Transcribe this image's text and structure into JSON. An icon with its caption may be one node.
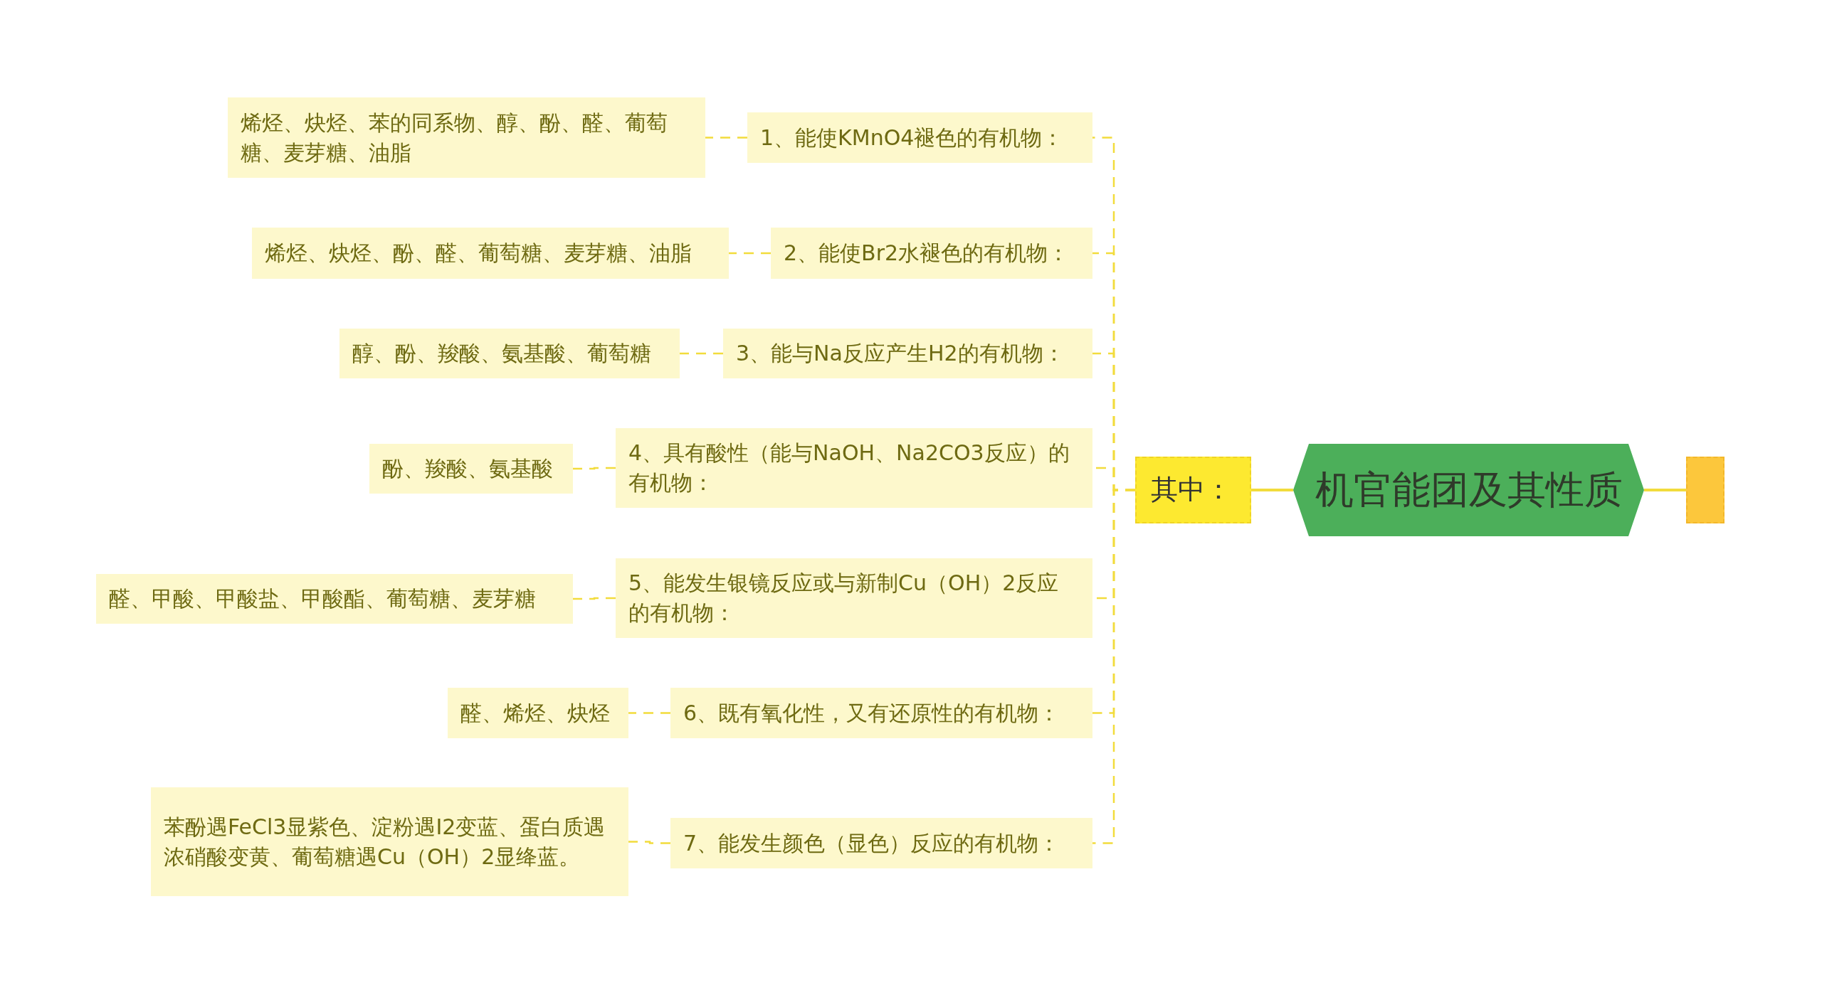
{
  "diagram": {
    "nodes": [
      {
        "text": [
          "机官能团及其性质"
        ]
      },
      {
        "text": [],
        "shape": "box"
      },
      {
        "text": [
          "其中："
        ]
      },
      {
        "text": [
          "1、能使KMnO4褪色的有机物："
        ]
      },
      {
        "text": [
          "烯烃、炔烃、苯的同系物、醇、酚、醛、葡萄糖、麦芽糖、油脂"
        ]
      },
      {
        "text": [
          "2、能使Br2水褪色的有机物："
        ]
      },
      {
        "text": [
          "烯烃、炔烃、酚、醛、葡萄糖、麦芽糖、油脂"
        ]
      },
      {
        "text": [
          "3、能与Na反应产生H2的有机物："
        ]
      },
      {
        "text": [
          "醇、酚、羧酸、氨基酸、葡萄糖"
        ]
      },
      {
        "text": [
          "4、具有酸性（能与NaOH、Na2CO3反应）的有机物："
        ]
      },
      {
        "text": [
          "酚、羧酸、氨基酸"
        ]
      },
      {
        "text": [
          "5、能发生银镜反应或与新制Cu（OH）2反应的有机物："
        ]
      },
      {
        "text": [
          "醛、甲酸、甲酸盐、甲酸酯、葡萄糖、麦芽糖"
        ]
      },
      {
        "text": [
          "6、既有氧化性，又有还原性的有机物："
        ]
      },
      {
        "text": [
          "醛、烯烃、炔烃"
        ]
      },
      {
        "text": [
          "7、能发生颜色（显色）反应的有机物："
        ]
      },
      {
        "text": [
          "苯酚遇FeCl3显紫色、淀粉遇I2变蓝、蛋白质遇浓硝酸变黄、葡萄糖遇Cu（OH）2显绛蓝。"
        ]
      }
    ],
    "edges": [
      {
        "from": 0,
        "to": 1,
        "arrow": "none"
      },
      {
        "from": 2,
        "to": 0,
        "arrow": "none"
      },
      {
        "from": 2,
        "to": 3,
        "arrow": "none",
        "style": "dashed"
      },
      {
        "from": 3,
        "to": 4,
        "arrow": "none",
        "style": "dashed"
      },
      {
        "from": 2,
        "to": 5,
        "arrow": "none",
        "style": "dashed"
      },
      {
        "from": 5,
        "to": 6,
        "arrow": "none",
        "style": "dashed"
      },
      {
        "from": 2,
        "to": 7,
        "arrow": "none",
        "style": "dashed"
      },
      {
        "from": 7,
        "to": 8,
        "arrow": "none",
        "style": "dashed"
      },
      {
        "from": 2,
        "to": 9,
        "arrow": "none",
        "style": "dashed"
      },
      {
        "from": 9,
        "to": 10,
        "arrow": "none",
        "style": "dashed"
      },
      {
        "from": 2,
        "to": 11,
        "arrow": "none",
        "style": "dashed"
      },
      {
        "from": 11,
        "to": 12,
        "arrow": "none",
        "style": "dashed"
      },
      {
        "from": 2,
        "to": 13,
        "arrow": "none",
        "style": "dashed"
      },
      {
        "from": 13,
        "to": 14,
        "arrow": "none",
        "style": "dashed"
      },
      {
        "from": 2,
        "to": 15,
        "arrow": "none",
        "style": "dashed"
      },
      {
        "from": 15,
        "to": 16,
        "arrow": "none",
        "style": "dashed"
      }
    ]
  }
}
